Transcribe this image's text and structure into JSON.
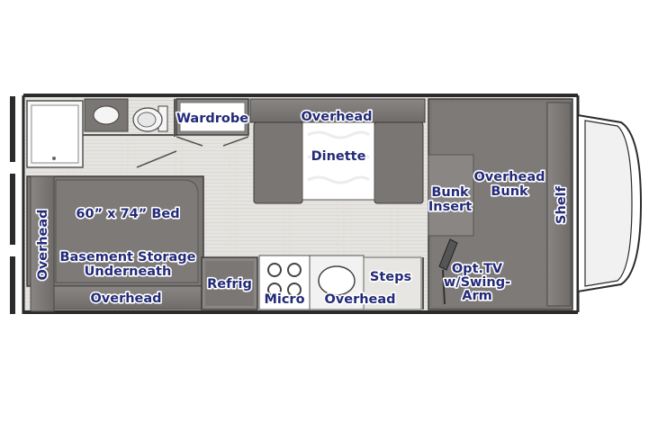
{
  "floorplan": {
    "labels": {
      "wardrobe": "Wardrobe",
      "overhead_top": "Overhead",
      "dinette": "Dinette",
      "bunk_insert_1": "Bunk",
      "bunk_insert_2": "Insert",
      "overhead_bunk_1": "Overhead",
      "overhead_bunk_2": "Bunk",
      "shelf": "Shelf",
      "bed": "60” x 74” Bed",
      "overhead_left": "Overhead",
      "basement_1": "Basement Storage",
      "basement_2": "Underneath",
      "overhead_bottom_left": "Overhead",
      "refrig": "Refrig",
      "micro": "Micro",
      "overhead_bottom_mid": "Overhead",
      "steps": "Steps",
      "tv_1": "Opt.TV",
      "tv_2": "w/Swing-",
      "tv_3": "Arm"
    },
    "colors": {
      "label_text": "#232a78",
      "wall": "#2b2b2b",
      "cabinet": "#777370",
      "floor": "#e4e2de"
    }
  }
}
